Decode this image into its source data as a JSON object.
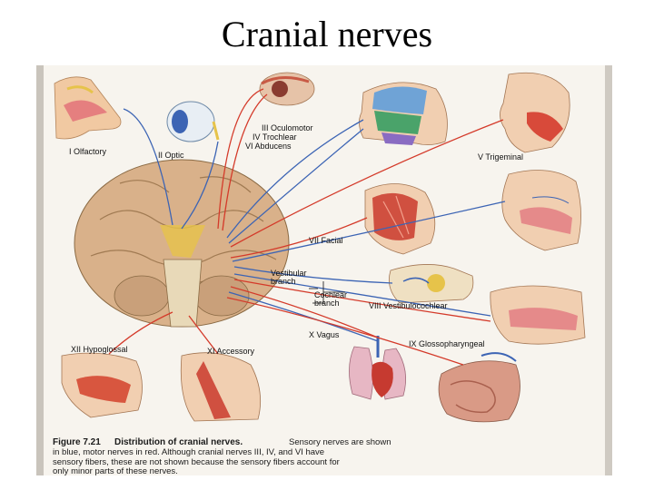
{
  "slide": {
    "title": "Cranial nerves"
  },
  "figure": {
    "labels": {
      "olfactory": "I Olfactory",
      "optic": "II Optic",
      "oculomotor": "III Oculomotor",
      "trochlear": "IV Trochlear",
      "abducens": "VI Abducens",
      "trigeminal": "V Trigeminal",
      "facial": "VII Facial",
      "vestibular_branch_1": "Vestibular",
      "vestibular_branch_2": "branch",
      "cochlear_branch_1": "Cochlear",
      "cochlear_branch_2": "branch",
      "vestibulocochlear": "VIII Vestibulocochlear",
      "vagus": "X Vagus",
      "glossopharyngeal": "IX Glossopharyngeal",
      "hypoglossal": "XII Hypoglossal",
      "accessory": "XI Accessory"
    },
    "caption": {
      "figure_number": "Figure 7.21",
      "caption_title": "Distribution of cranial nerves.",
      "line1": "Sensory nerves are shown",
      "line2": "in blue, motor nerves in red. Although cranial nerves III, IV, and VI have",
      "line3": "sensory fibers, these are not shown because the sensory fibers account for",
      "line4": "only minor parts of these nerves."
    },
    "colors": {
      "sensory": "#3c64b4",
      "motor": "#d43a2a",
      "brain": "#d9b18a",
      "brainstem": "#e8d9b8"
    }
  }
}
